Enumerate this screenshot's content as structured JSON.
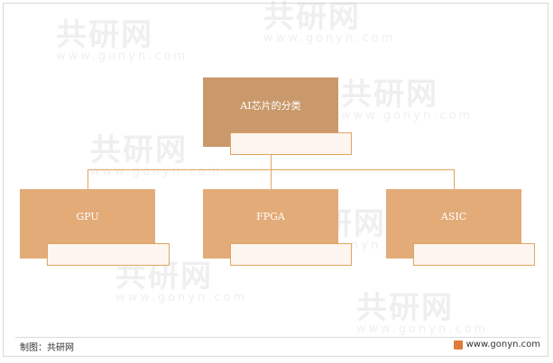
{
  "root": {
    "label": "AI芯片的分类"
  },
  "children": [
    {
      "label": "GPU"
    },
    {
      "label": "FPGA"
    },
    {
      "label": "ASIC"
    }
  ],
  "footer": {
    "source": "制图：共研网",
    "website": "www.gonyn.com"
  },
  "watermark": {
    "main": "共研网",
    "sub": "www.gonyn.com"
  },
  "colors": {
    "root_fill": "#c9996b",
    "child_fill": "#e2ab77",
    "connector": "#e0a463",
    "subbox_fill": "#fdf6f0"
  }
}
